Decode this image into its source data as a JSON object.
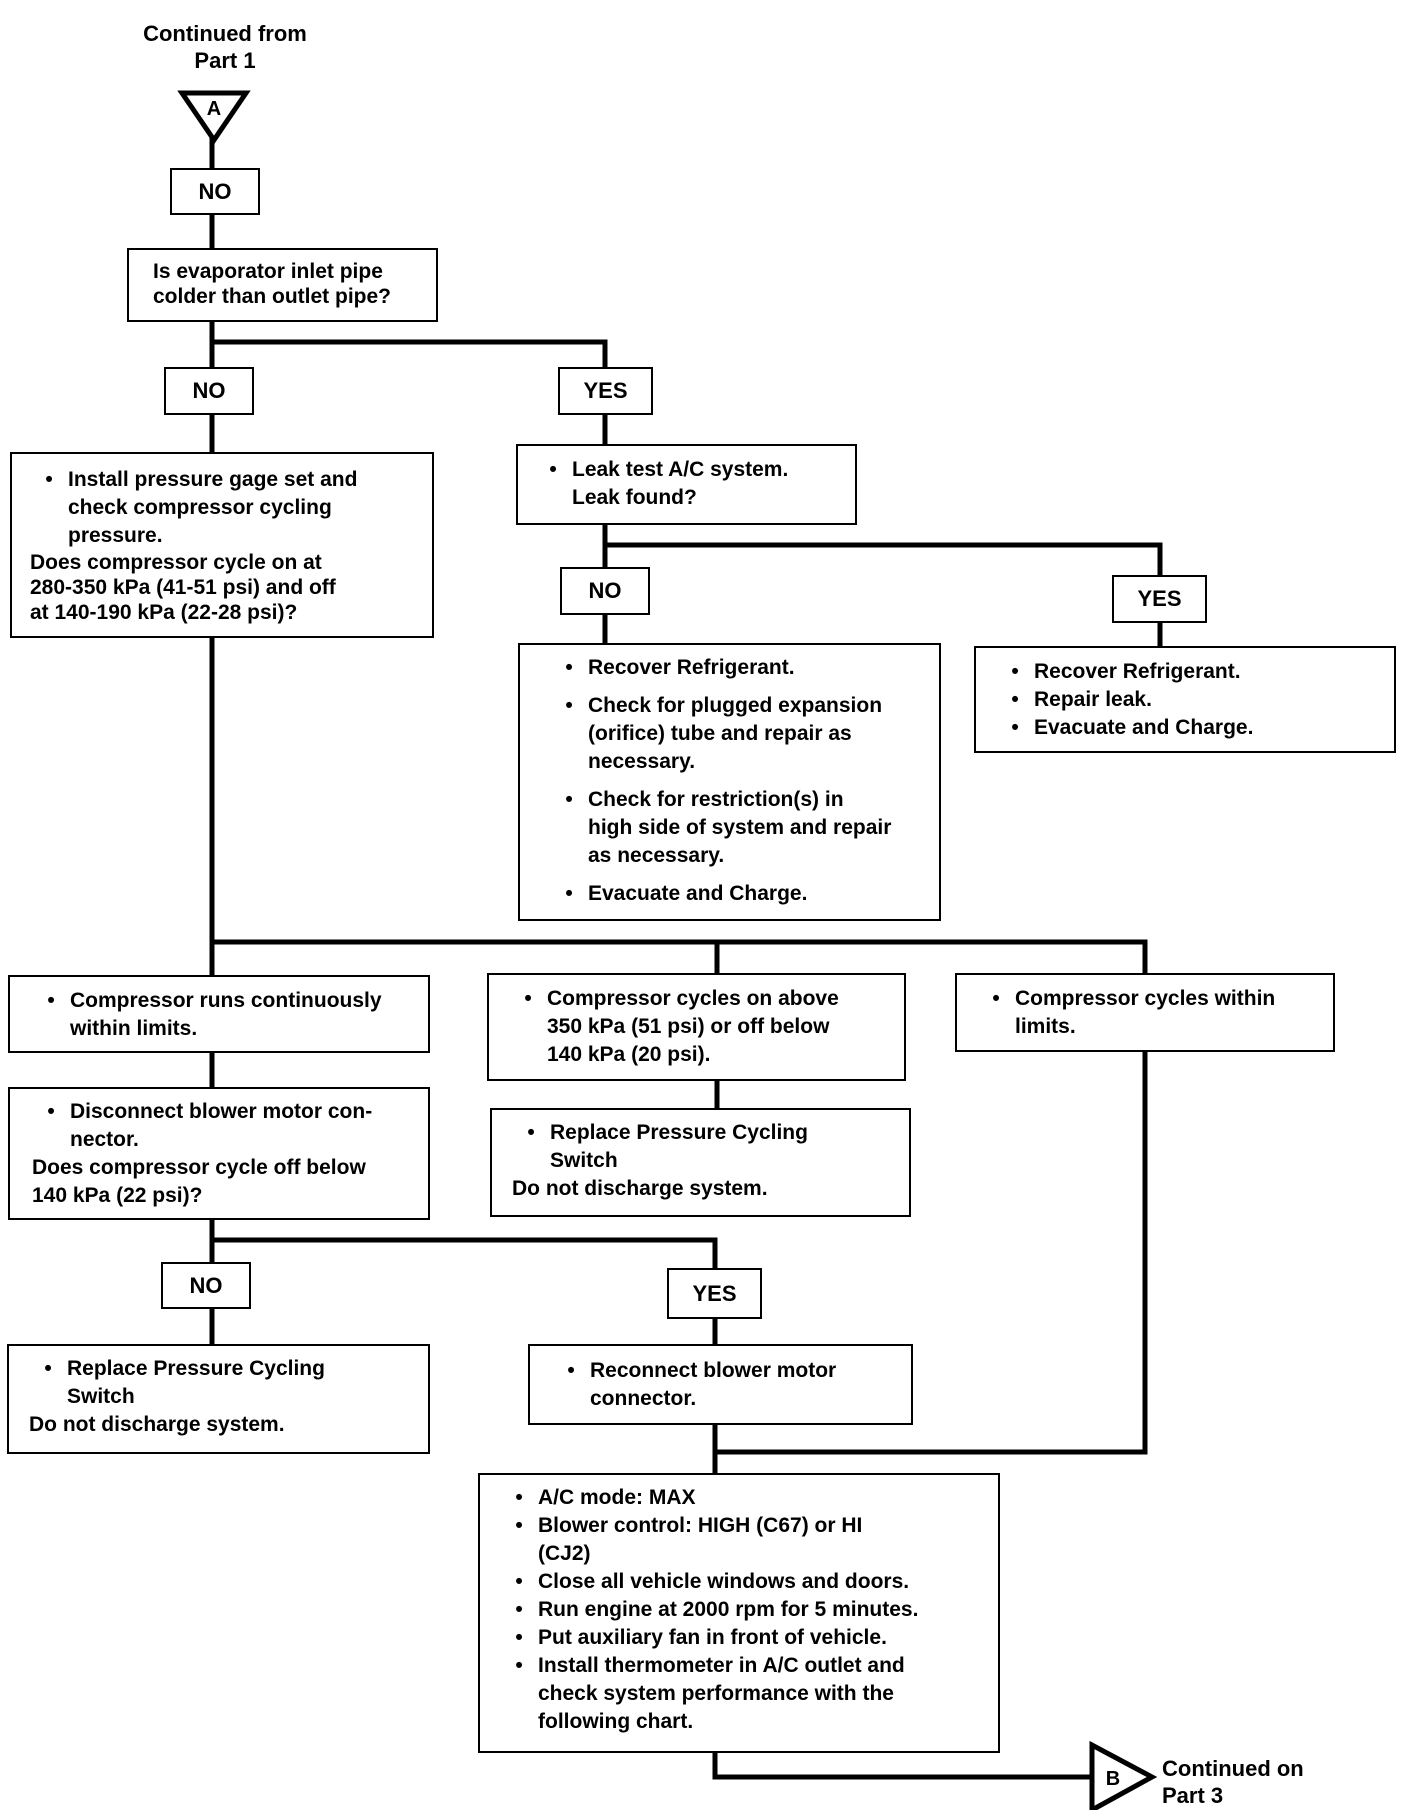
{
  "start": {
    "text": "Continued from\nPart 1",
    "connector": "A"
  },
  "end": {
    "text": "Continued on\nPart 3",
    "connector": "B"
  },
  "labels": {
    "no": "NO",
    "yes": "YES"
  },
  "bullet": "•",
  "q1": "Is evaporator inlet pipe\ncolder than outlet pipe?",
  "gage_check": {
    "bullet": "Install pressure gage set and\ncheck compressor cycling\npressure.",
    "question": "Does compressor cycle on at\n280-350 kPa (41-51 psi) and off\nat 140-190 kPa (22-28 psi)?"
  },
  "leak_test": {
    "bullet": "Leak test A/C system.\nLeak found?"
  },
  "no_leak_actions": [
    "Recover Refrigerant.",
    "Check for plugged expansion\n(orifice) tube and repair as\nnecessary.",
    "Check for restriction(s) in\nhigh side of system and repair\nas necessary.",
    "Evacuate and Charge."
  ],
  "leak_actions": [
    "Recover Refrigerant.",
    "Repair leak.",
    "Evacuate and Charge."
  ],
  "runs_continuously": "Compressor runs continuously\nwithin limits.",
  "cycles_outside": "Compressor cycles on above\n350 kPa (51 psi) or off below\n140 kPa (20 psi).",
  "cycles_within": "Compressor cycles within\nlimits.",
  "replace_switch_mid": {
    "bullet": "Replace Pressure Cycling\nSwitch",
    "note": "Do not discharge system."
  },
  "disconnect": {
    "bullet": "Disconnect blower motor con-\nnector.",
    "question": "Does compressor cycle off below\n140 kPa (22 psi)?"
  },
  "replace_switch_low": {
    "bullet": "Replace Pressure Cycling\nSwitch",
    "note": "Do not discharge system."
  },
  "reconnect": "Reconnect blower motor\nconnector.",
  "final_steps": [
    "A/C mode: MAX",
    "Blower control: HIGH (C67) or HI\n(CJ2)",
    "Close all vehicle windows and doors.",
    "Run engine at 2000 rpm for 5 minutes.",
    "Put auxiliary fan in front of vehicle.",
    "Install thermometer in A/C outlet and\ncheck system performance with the\nfollowing chart."
  ],
  "colors": {
    "line": "#000000",
    "background": "#ffffff"
  }
}
